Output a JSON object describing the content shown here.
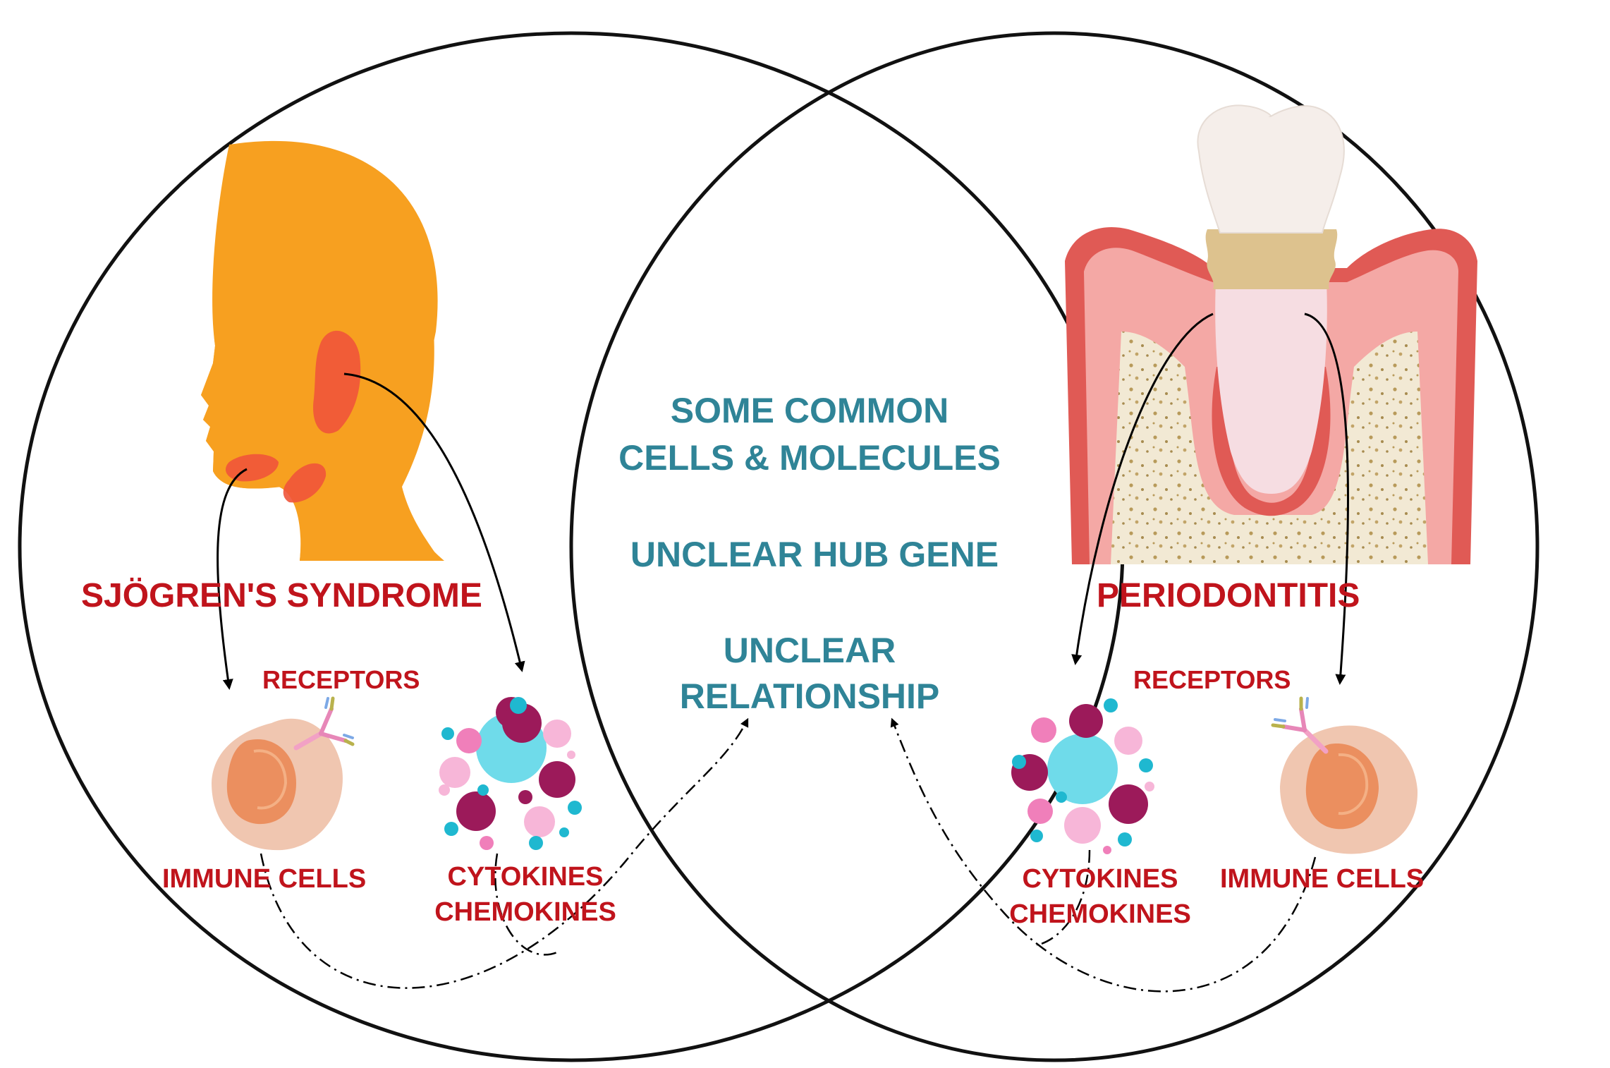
{
  "left": {
    "title": "SJÖGREN'S SYNDROME",
    "receptors": "RECEPTORS",
    "immune_cells": "IMMUNE CELLS",
    "cytokines": "CYTOKINES",
    "chemokines": "CHEMOKINES"
  },
  "right": {
    "title": "PERIODONTITIS",
    "receptors": "RECEPTORS",
    "immune_cells": "IMMUNE CELLS",
    "cytokines": "CYTOKINES",
    "chemokines": "CHEMOKINES"
  },
  "center": {
    "line1": "SOME COMMON",
    "line2": "CELLS & MOLECULES",
    "line3": "UNCLEAR HUB GENE",
    "line4": "UNCLEAR",
    "line5": "RELATIONSHIP"
  },
  "colors": {
    "label_red": "#c0141c",
    "label_teal": "#2f8497",
    "head_orange": "#f7a020",
    "gland_red": "#f0543a",
    "gum_red": "#e05a55",
    "cytokine_magenta": "#9c1a5a",
    "cytokine_cyan": "#6fdbea",
    "cytokine_pink": "#f5a9cf",
    "cell_body": "#eba98a"
  },
  "icons": [
    "head-silhouette-icon",
    "tooth-periodontitis-icon",
    "immune-cell-icon",
    "cytokine-cluster-icon",
    "antibody-receptor-icon"
  ]
}
